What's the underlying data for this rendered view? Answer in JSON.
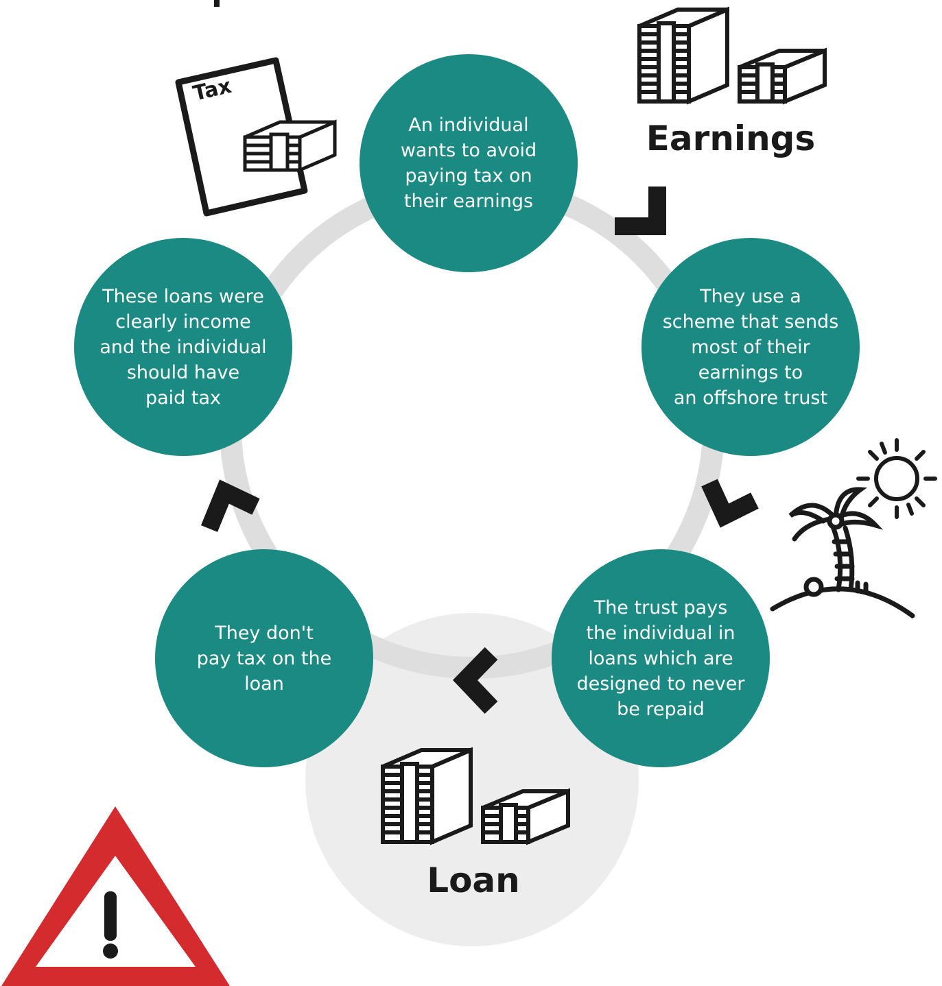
{
  "colors": {
    "step_fill": "#1a8a82",
    "ring": "#dedede",
    "loan_disc": "#ededed",
    "arrow": "#1a1a1a",
    "warning": "#d42b2e"
  },
  "steps": [
    {
      "text": "An individual\nwants to avoid\npaying tax on\ntheir earnings"
    },
    {
      "text": "They use a\nscheme that sends\nmost of their\nearnings to\nan offshore trust"
    },
    {
      "text": "The trust pays\nthe individual in\nloans which are\ndesigned to never\nbe repaid"
    },
    {
      "text": "They don't\npay tax on the\nloan"
    },
    {
      "text": "These loans were\nclearly income\nand the individual\nshould have\npaid tax"
    }
  ],
  "labels": {
    "earnings": "Earnings",
    "loan": "Loan",
    "tax_document": "Tax"
  },
  "icons": [
    "tax-document-icon",
    "cash-stack-icon",
    "island-icon",
    "sun-icon",
    "warning-icon",
    "arrow-icon"
  ]
}
